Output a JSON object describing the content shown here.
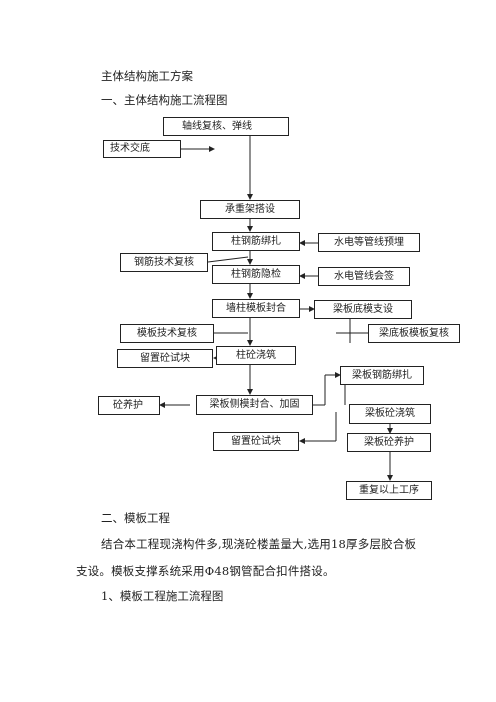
{
  "doc": {
    "title": "主体结构施工方案",
    "section1": "一、主体结构施工流程图",
    "section2": "二、模板工程",
    "para1_line1": "结合本工程现浇构件多,现浇砼楼盖量大,选用18厚多层胶合板",
    "para1_line2": "支设。模板支撑系统采用Φ48钢管配合扣件搭设。",
    "subsection1": "1、模板工程施工流程图"
  },
  "flow": {
    "axis_check": "轴线复核、弹线",
    "tech_brief": "技术交底",
    "scaffold": "承重架搭设",
    "column_rebar": "柱钢筋绑扎",
    "embed_pipe": "水电等管线预埋",
    "rebar_check": "钢筋技术复核",
    "column_rebar_inspect": "柱钢筋隐检",
    "water_sign": "水电管线会签",
    "wall_form": "墙柱模板封合",
    "beam_form": "梁板底模支设",
    "form_check": "模板技术复核",
    "beam_bottom_check": "梁底板模板复核",
    "keep_sample1": "留置砼试块",
    "column_pour": "柱砼浇筑",
    "beam_rebar": "梁板钢筋绑扎",
    "curing": "砼养护",
    "beam_side_form": "梁板侧模封合、加固",
    "beam_pour": "梁板砼浇筑",
    "keep_sample2": "留置砼试块",
    "beam_curing": "梁板砼养护",
    "repeat": "重复以上工序"
  }
}
